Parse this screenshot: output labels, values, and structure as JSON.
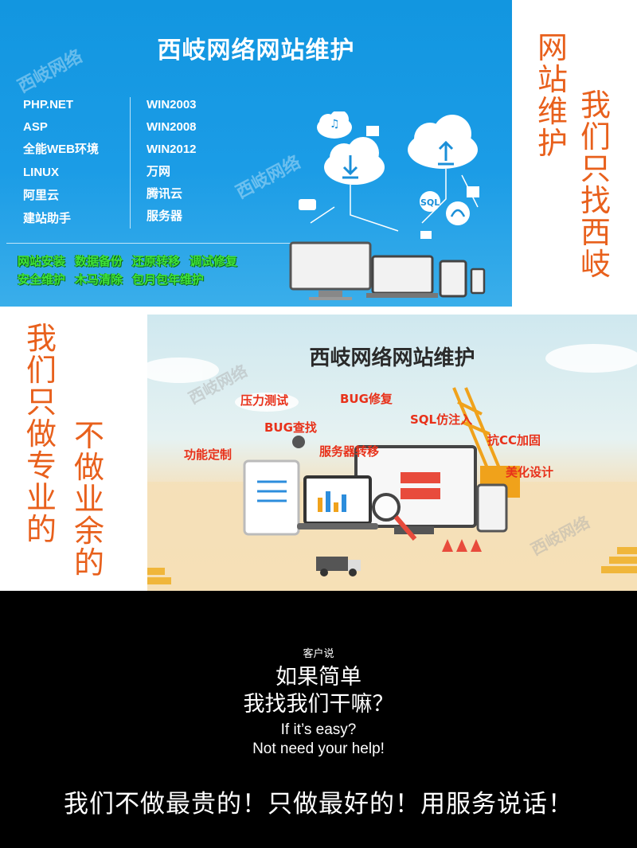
{
  "banner1": {
    "title": "西岐网络网站维护",
    "watermark": "西岐网络",
    "left_column": [
      "PHP.NET",
      "ASP",
      "全能WEB环境",
      "LINUX",
      "阿里云",
      "建站助手"
    ],
    "right_column": [
      "WIN2003",
      "WIN2008",
      "WIN2012",
      "万网",
      "腾讯云",
      "服务器"
    ],
    "services_row1": [
      "网站安装",
      "数据备份",
      "还原转移",
      "调试修复"
    ],
    "services_row2": [
      "安全维护",
      "木马清除",
      "包月包年维护"
    ]
  },
  "side1": {
    "col_a": "网站维护",
    "col_b": "我们只找西岐"
  },
  "side2": {
    "col_a": "我们只做专业的",
    "col_b": "不做业余的"
  },
  "banner2": {
    "title": "西岐网络网站维护",
    "watermark": "西岐网络",
    "tags": {
      "stress": "压力测试",
      "bugfix": "BUG修复",
      "sql": "SQL仿注入",
      "bugfind": "BUG查找",
      "cc": "抗CC加固",
      "server": "服务器转移",
      "custom": "功能定制",
      "design": "美化设计"
    }
  },
  "bottom": {
    "customer_label": "客户说",
    "question_line1": "如果简单",
    "question_line2": "我找我们干嘛？",
    "english_line1": "If it’s easy?",
    "english_line2": "Not need your help!",
    "slogan": "我们不做最贵的！只做最好的！用服务说话！"
  },
  "colors": {
    "banner1_blue": "#1296e0",
    "service_green": "#3fe23a",
    "side_orange": "#e8601c",
    "tag_red": "#e8311a",
    "bottom_bg": "#000000"
  }
}
